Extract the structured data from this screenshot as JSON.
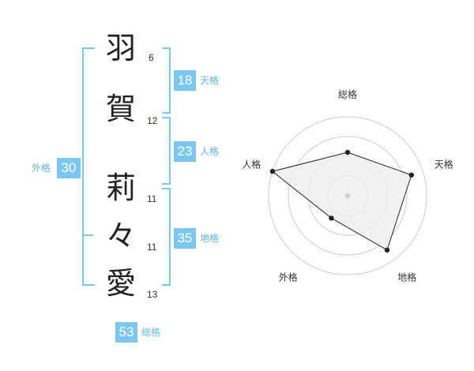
{
  "name": {
    "characters": [
      {
        "char": "羽",
        "strokes": "6"
      },
      {
        "char": "賀",
        "strokes": "12"
      },
      {
        "char": "莉",
        "strokes": "11"
      },
      {
        "char": "々",
        "strokes": "11"
      },
      {
        "char": "愛",
        "strokes": "13"
      }
    ]
  },
  "fortunes": {
    "tenkaku": {
      "value": "18",
      "label": "天格"
    },
    "jinkaku": {
      "value": "23",
      "label": "人格"
    },
    "chikaku": {
      "value": "35",
      "label": "地格"
    },
    "gaikaku": {
      "value": "30",
      "label": "外格"
    },
    "soukaku": {
      "value": "53",
      "label": "総格"
    }
  },
  "colors": {
    "accent": "#7cc7ef",
    "label_accent": "#5fb6e3",
    "radar_fill": "#eeeeee",
    "radar_line": "#222222",
    "ring": "#cccccc"
  },
  "chart_data": {
    "type": "radar",
    "axes": [
      "総格",
      "天格",
      "地格",
      "外格",
      "人格"
    ],
    "values": [
      0.55,
      0.85,
      0.85,
      0.35,
      1.0
    ],
    "range": [
      0,
      1
    ],
    "rings": 4
  }
}
